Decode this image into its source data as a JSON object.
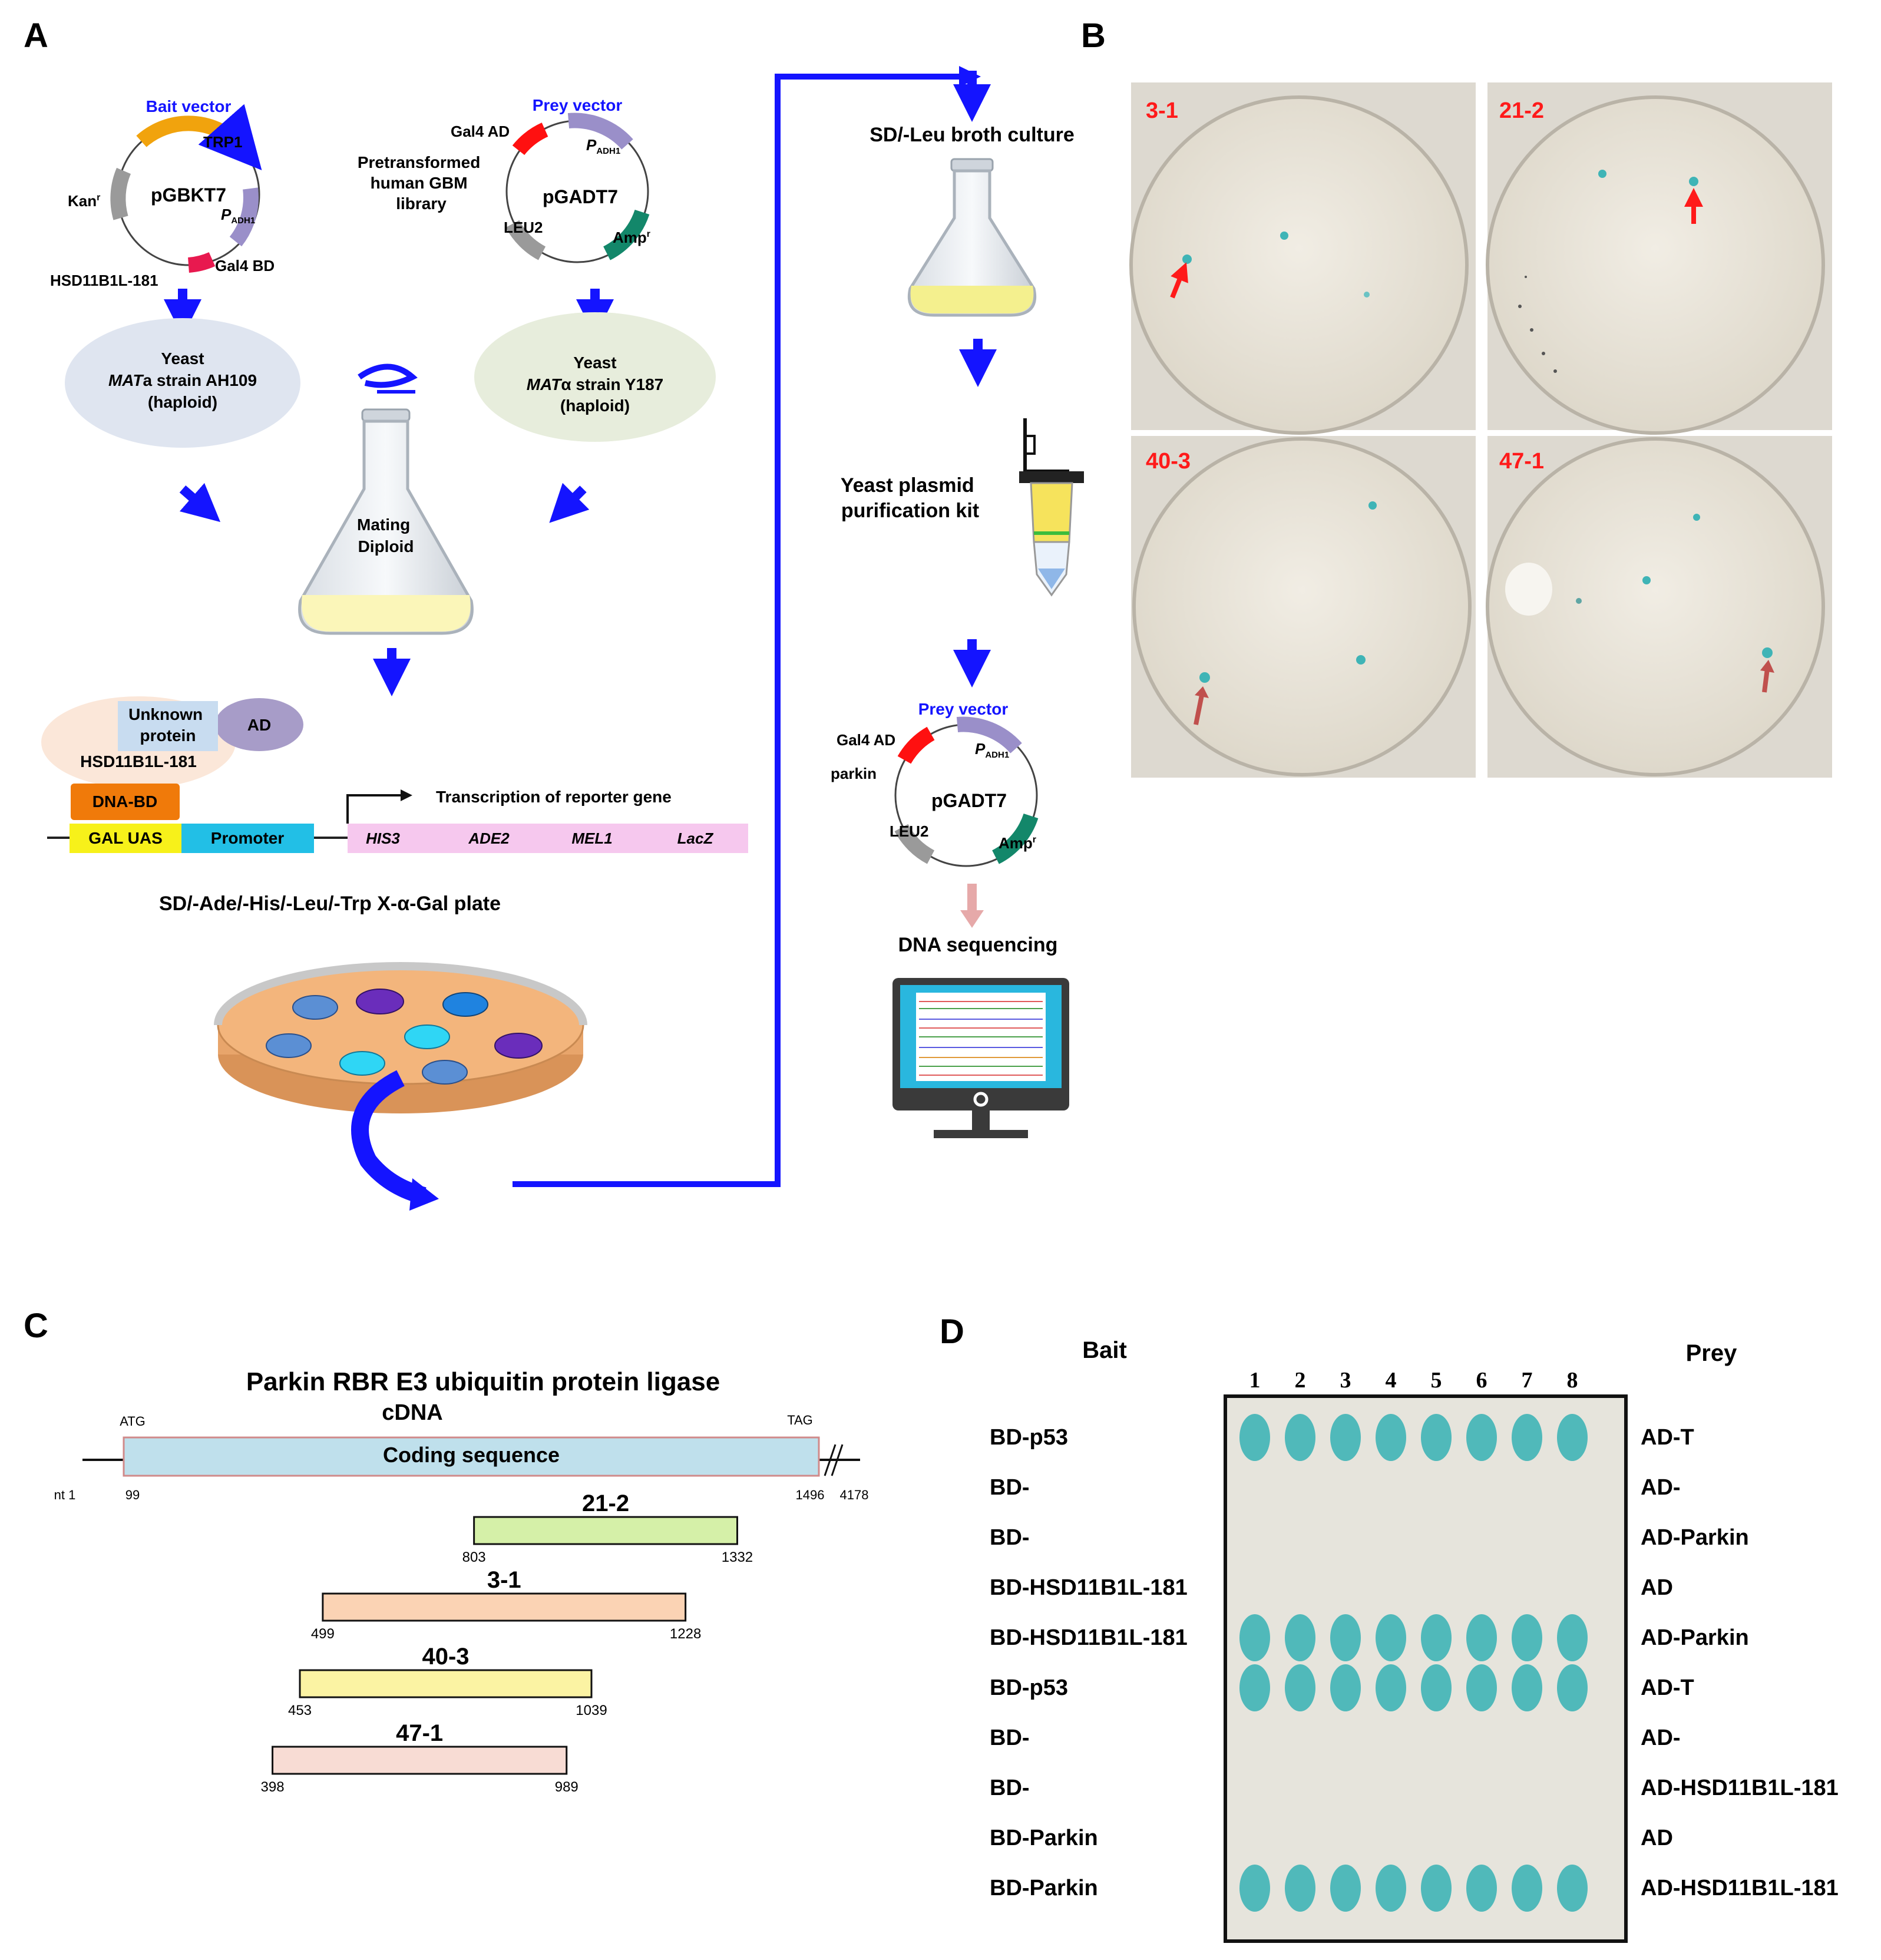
{
  "panel_labels": {
    "a": "A",
    "b": "B",
    "c": "C",
    "d": "D"
  },
  "panel_a": {
    "bait_vector": {
      "title": "Bait vector",
      "plasmid_name": "pGBKT7",
      "gene_trp1": "TRP1",
      "promoter_p": "P",
      "promoter_sub": "ADH1",
      "kan": "Kan",
      "kan_sup": "r",
      "gal4_bd": "Gal4 BD",
      "insert": "HSD11B1L-181"
    },
    "prey_vector": {
      "title": "Prey vector",
      "plasmid_name": "pGADT7",
      "gal4_ad": "Gal4 AD",
      "promoter_p": "P",
      "promoter_sub": "ADH1",
      "leu2": "LEU2",
      "amp": "Amp",
      "amp_sup": "r",
      "library_lines": [
        "Pretransformed",
        "human GBM",
        "library"
      ]
    },
    "yeast_a": {
      "line1": "Yeast",
      "mat": "MAT",
      "mat_suffix": "a strain AH109",
      "line3": "(haploid)"
    },
    "yeast_alpha": {
      "line1": "Yeast",
      "mat": "MAT",
      "mat_suffix": "α strain Y187",
      "line3": "(haploid)"
    },
    "mating_flask": [
      "Mating",
      "Diploid"
    ],
    "complex": {
      "unknown_protein": [
        "Unknown",
        "protein"
      ],
      "ad": "AD",
      "bait": "HSD11B1L-181",
      "dna_bd": "DNA-BD",
      "gal_uas": "GAL UAS",
      "promoter": "Promoter",
      "transcription": "Transcription of reporter gene",
      "reporters": [
        "HIS3",
        "ADE2",
        "MEL1",
        "LacZ"
      ]
    },
    "plate_title": "SD/-Ade/-His/-Leu/-Trp X-α-Gal plate",
    "broth": "SD/-Leu broth culture",
    "purification": [
      "Yeast plasmid",
      "purification kit"
    ],
    "recovered_prey": {
      "title": "Prey vector",
      "gal4_ad": "Gal4 AD",
      "parkin": "parkin",
      "plasmid_name": "pGADT7",
      "promoter_p": "P",
      "promoter_sub": "ADH1",
      "leu2": "LEU2",
      "amp": "Amp",
      "amp_sup": "r"
    },
    "sequencing": "DNA sequencing"
  },
  "panel_b": {
    "plates": [
      {
        "label": "3-1"
      },
      {
        "label": "21-2"
      },
      {
        "label": "40-3"
      },
      {
        "label": "47-1"
      }
    ]
  },
  "panel_c": {
    "title": "Parkin RBR E3 ubiquitin protein ligase",
    "subtitle": "cDNA",
    "atg": "ATG",
    "tag": "TAG",
    "coding": "Coding sequence",
    "nt1": "nt 1",
    "cds_start": "99",
    "cds_end": "1496",
    "total": "4178",
    "clones": [
      {
        "name": "21-2",
        "start": 803,
        "end": 1332,
        "color": "#d5f0a8"
      },
      {
        "name": "3-1",
        "start": 499,
        "end": 1228,
        "color": "#fbd3b4"
      },
      {
        "name": "40-3",
        "start": 453,
        "end": 1039,
        "color": "#fbf3a3"
      },
      {
        "name": "47-1",
        "start": 398,
        "end": 989,
        "color": "#f8dcd4"
      }
    ]
  },
  "panel_d": {
    "bait_header": "Bait",
    "prey_header": "Prey",
    "lanes": [
      "1",
      "2",
      "3",
      "4",
      "5",
      "6",
      "7",
      "8"
    ],
    "rows": [
      {
        "bait": "BD-p53",
        "prey": "AD-T",
        "growth": true
      },
      {
        "bait": "BD-",
        "prey": "AD-",
        "growth": false
      },
      {
        "bait": "BD-",
        "prey": "AD-Parkin",
        "growth": false
      },
      {
        "bait": "BD-HSD11B1L-181",
        "prey": "AD",
        "growth": false
      },
      {
        "bait": "BD-HSD11B1L-181",
        "prey": "AD-Parkin",
        "growth": true
      },
      {
        "bait": "BD-p53",
        "prey": "AD-T",
        "growth": true
      },
      {
        "bait": "BD-",
        "prey": "AD-",
        "growth": false
      },
      {
        "bait": "BD-",
        "prey": "AD-HSD11B1L-181",
        "growth": false
      },
      {
        "bait": "BD-Parkin",
        "prey": "AD",
        "growth": false
      },
      {
        "bait": "BD-Parkin",
        "prey": "AD-HSD11B1L-181",
        "growth": true
      }
    ]
  },
  "colors": {
    "arrow_blue": "#1414ff",
    "label_red": "#ff1a1a",
    "colony_blue": "#3fb4b6",
    "plate_bg": "#ece7dc"
  }
}
